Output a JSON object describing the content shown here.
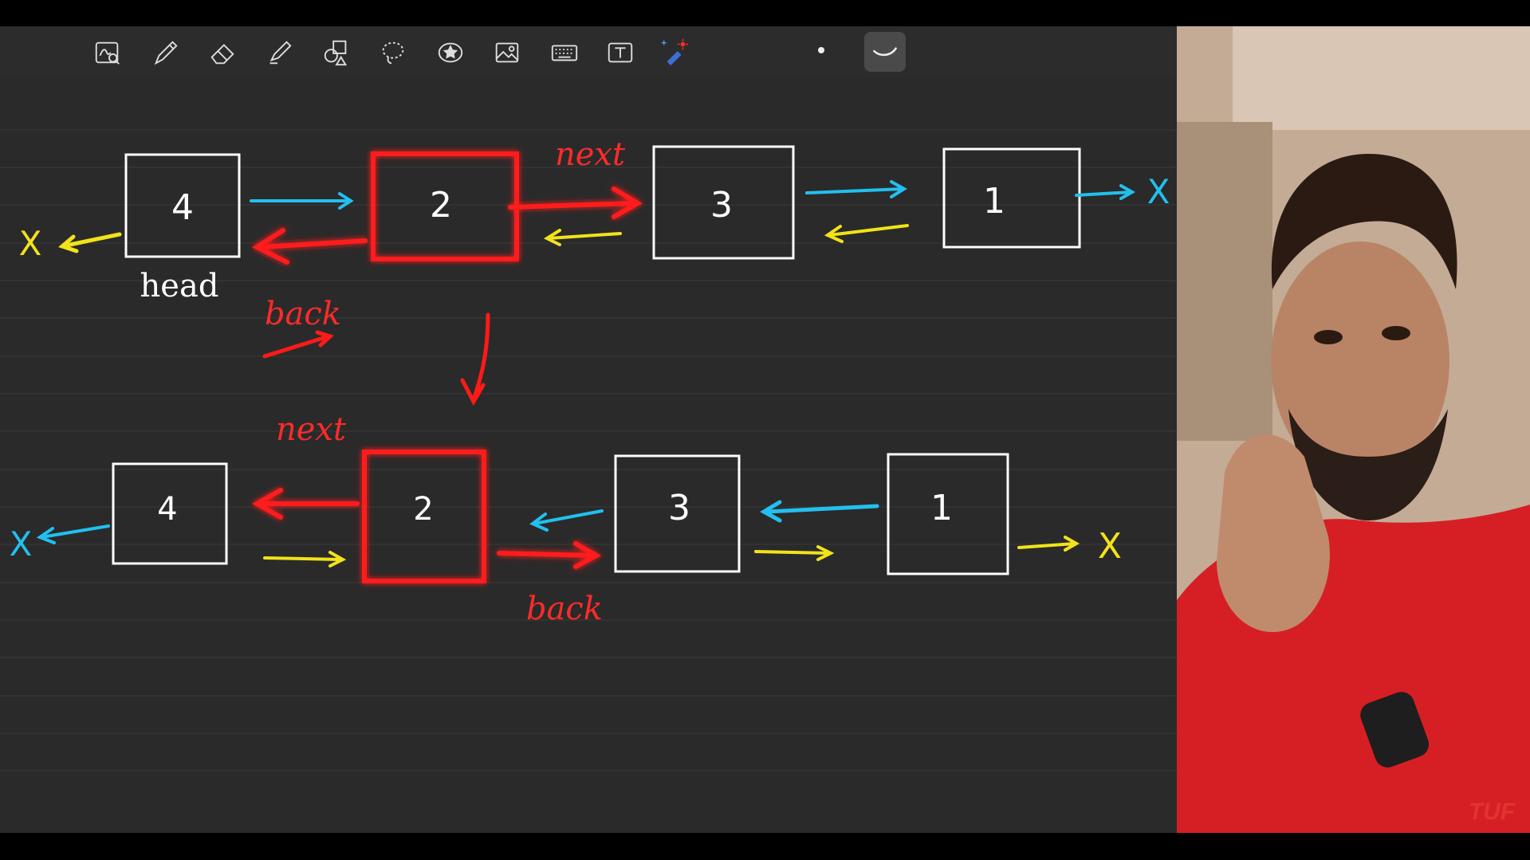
{
  "toolbar": {
    "tools": [
      {
        "name": "zoom-window-icon"
      },
      {
        "name": "pen-icon"
      },
      {
        "name": "eraser-icon"
      },
      {
        "name": "highlighter-icon"
      },
      {
        "name": "shapes-icon"
      },
      {
        "name": "lasso-icon"
      },
      {
        "name": "sticker-icon"
      },
      {
        "name": "image-icon"
      },
      {
        "name": "keyboard-icon"
      },
      {
        "name": "text-box-icon"
      },
      {
        "name": "laser-pointer-icon"
      }
    ],
    "selected_color": "#ffffff",
    "stroke_style": "curved-stroke"
  },
  "diagram": {
    "top_row": {
      "nodes": [
        "4",
        "2",
        "3",
        "1"
      ],
      "head_label": "head",
      "next_label": "next",
      "back_label": "back",
      "null_left": "X",
      "null_right": "X"
    },
    "bottom_row": {
      "nodes": [
        "4",
        "2",
        "3",
        "1"
      ],
      "next_label": "next",
      "back_label": "back",
      "null_left": "X",
      "null_right": "X"
    },
    "colors": {
      "forward": "#22c0ee",
      "backward": "#f2e21a",
      "highlight": "#ff1a1a",
      "ink": "#ffffff"
    }
  },
  "watermark": "TUF"
}
